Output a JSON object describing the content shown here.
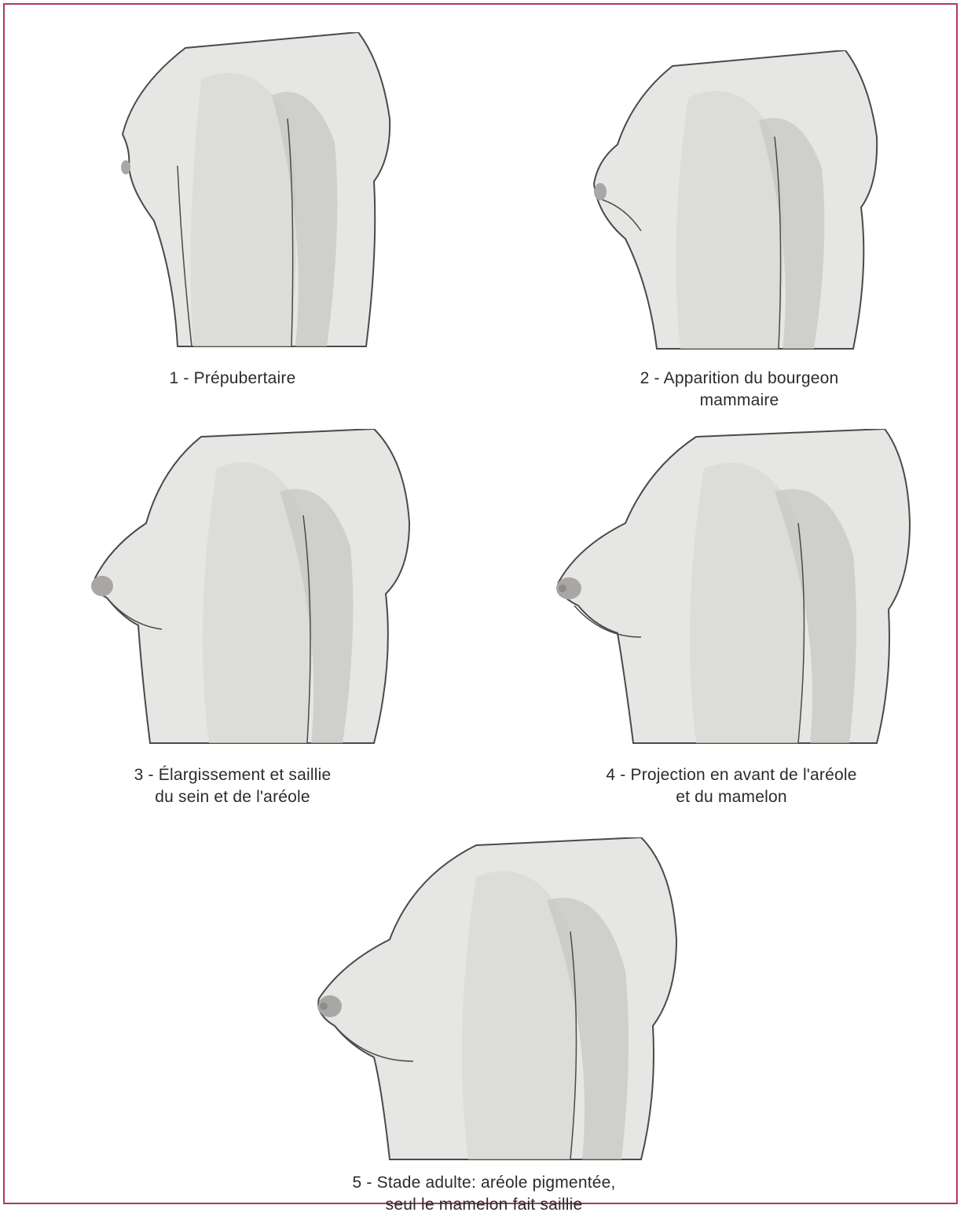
{
  "frame": {
    "border_color": "#b03a5b"
  },
  "stages": [
    {
      "id": 1,
      "lines": [
        "1 - Prépubertaire"
      ]
    },
    {
      "id": 2,
      "lines": [
        "2 - Apparition du bourgeon",
        "mammaire"
      ]
    },
    {
      "id": 3,
      "lines": [
        "3 - Élargissement et saillie",
        "du sein et de l'aréole"
      ]
    },
    {
      "id": 4,
      "lines": [
        "4 - Projection en avant de l'aréole",
        "et du mamelon"
      ]
    },
    {
      "id": 5,
      "lines": [
        "5 - Stade adulte: aréole pigmentée,",
        "seul le mamelon fait saillie"
      ]
    }
  ],
  "colors": {
    "skin": "#e6e6e4",
    "shadow": "#c4c4c1",
    "outline": "#4a4a4a",
    "areola": "#a9a7a6"
  }
}
